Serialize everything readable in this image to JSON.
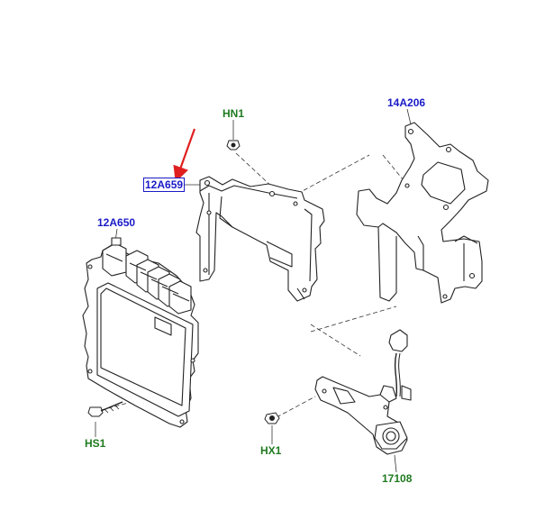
{
  "labels": {
    "hn1": "HN1",
    "part_14a206": "14A206",
    "part_12a659": "12A659",
    "part_12a650": "12A650",
    "hs1": "HS1",
    "hx1": "HX1",
    "part_17108": "17108"
  },
  "colors": {
    "callout_part": "#1a1ac8",
    "callout_fastener": "#1f7a1f",
    "highlight_arrow": "#e02020",
    "line_art": "#222222"
  }
}
